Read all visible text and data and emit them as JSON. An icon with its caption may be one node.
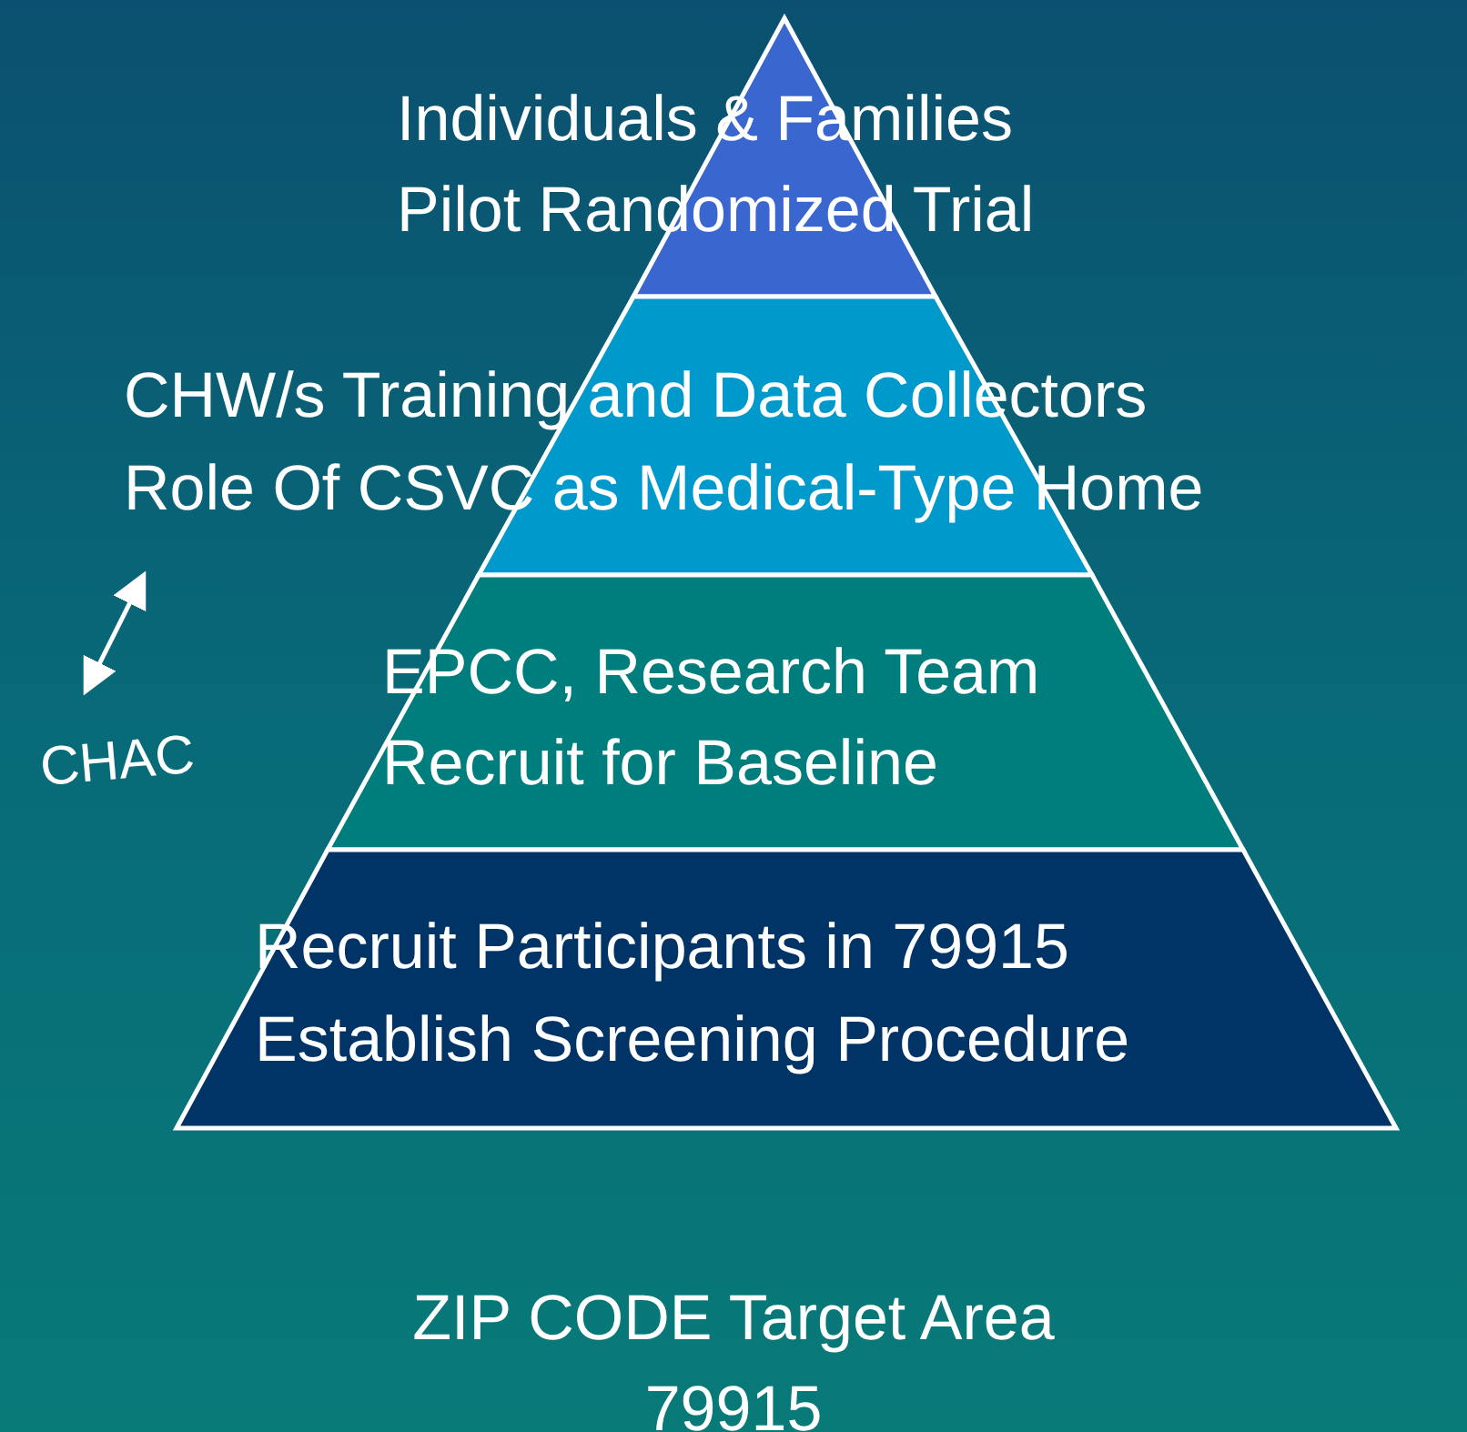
{
  "diagram": {
    "nodes": [
      {
        "text": [
          "Individuals & Families",
          "Pilot Randomized Trial"
        ]
      },
      {
        "text": [
          "CHW/s Training and Data Collectors",
          "Role Of CSVC as Medical-Type Home"
        ]
      },
      {
        "text": [
          "EPCC, Research Team",
          "Recruit for Baseline"
        ]
      },
      {
        "text": [
          "Recruit Participants in 79915",
          "Establish Screening Procedure"
        ]
      },
      {
        "text": [
          "CHAC"
        ]
      }
    ],
    "edges": [
      {
        "from": 4,
        "to": 1,
        "arrow": "both"
      }
    ],
    "labels": [
      "ZIP CODE Target Area",
      "79915"
    ]
  }
}
